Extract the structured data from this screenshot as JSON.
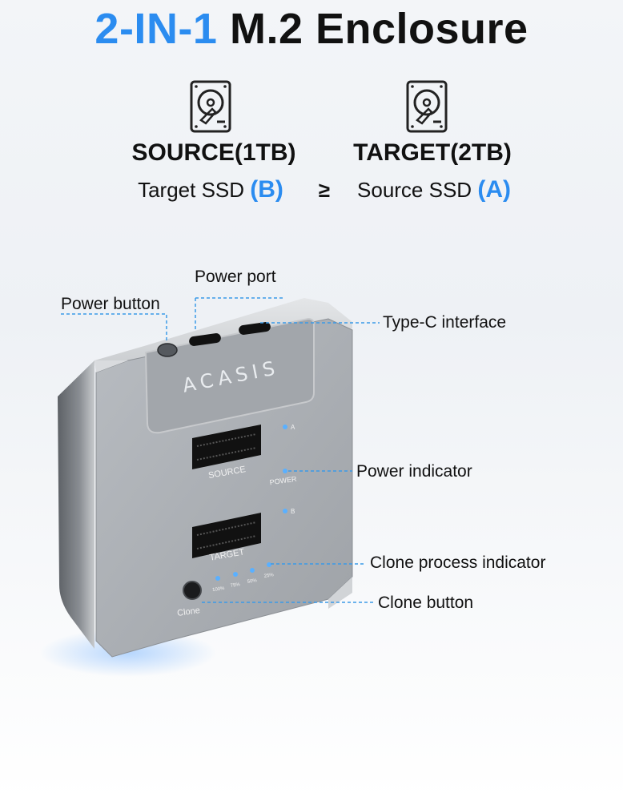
{
  "title": {
    "prefix": "2-IN-1",
    "rest": "M.2 Enclosure"
  },
  "columns": [
    {
      "icon": "hard-drive-icon",
      "head": "SOURCE(1TB)",
      "sub_text": "Target SSD",
      "sub_letter": "(B)"
    },
    {
      "icon": "hard-drive-icon",
      "head": "TARGET(2TB)",
      "sub_text": "Source SSD",
      "sub_letter": "(A)"
    }
  ],
  "relation": "≥",
  "callouts": {
    "power_port": "Power port",
    "power_button": "Power button",
    "type_c": "Type-C interface",
    "power_indicator": "Power indicator",
    "clone_process": "Clone process indicator",
    "clone_button": "Clone button"
  },
  "device": {
    "brand": "ACASIS",
    "slot_source": "SOURCE",
    "slot_target": "TARGET",
    "led_a": "A",
    "led_b": "B",
    "led_power": "POWER",
    "progress_labels": [
      "100%",
      "75%",
      "50%",
      "25%"
    ],
    "clone_label": "Clone"
  },
  "colors": {
    "accent": "#2b8cf0",
    "callout_line": "#3a9ae8",
    "device_face": "#a9adb2"
  }
}
